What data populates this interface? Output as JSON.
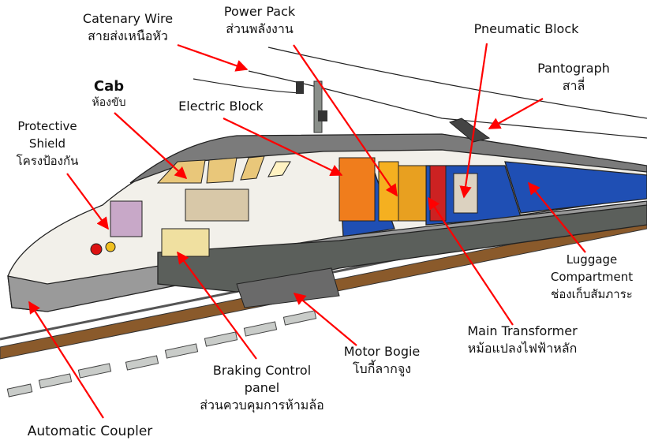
{
  "colors": {
    "arrow": "#ff0000",
    "roof": "#7b7b7b",
    "body": "#f2f0ea",
    "car_blue": "#1f4fb4",
    "rail": "#8a5a2b"
  },
  "labels": {
    "catenary": {
      "en": "Catenary Wire",
      "th": "สายส่งเหนือหัว"
    },
    "power_pack": {
      "en": "Power Pack",
      "th": "ส่วนพลังงาน"
    },
    "pneumatic": {
      "en": "Pneumatic Block"
    },
    "pantograph": {
      "en": "Pantograph",
      "th": "สาลี่"
    },
    "cab": {
      "en": "Cab",
      "th": "ห้องขับ"
    },
    "electric": {
      "en": "Electric Block"
    },
    "shield": {
      "en1": "Protective",
      "en2": "Shield",
      "th": "โครงป้องกัน"
    },
    "luggage": {
      "en1": "Luggage",
      "en2": "Compartment",
      "th": "ช่องเก็บสัมภาระ"
    },
    "transformer": {
      "en": "Main Transformer",
      "th": "หม้อแปลงไฟฟ้าหลัก"
    },
    "bogie": {
      "en": "Motor Bogie",
      "th": "โบกี้ลากจูง"
    },
    "braking": {
      "en1": "Braking Control",
      "en2": "panel",
      "th": "ส่วนควบคุมการห้ามล้อ"
    },
    "coupler": {
      "en": "Automatic Coupler"
    }
  }
}
